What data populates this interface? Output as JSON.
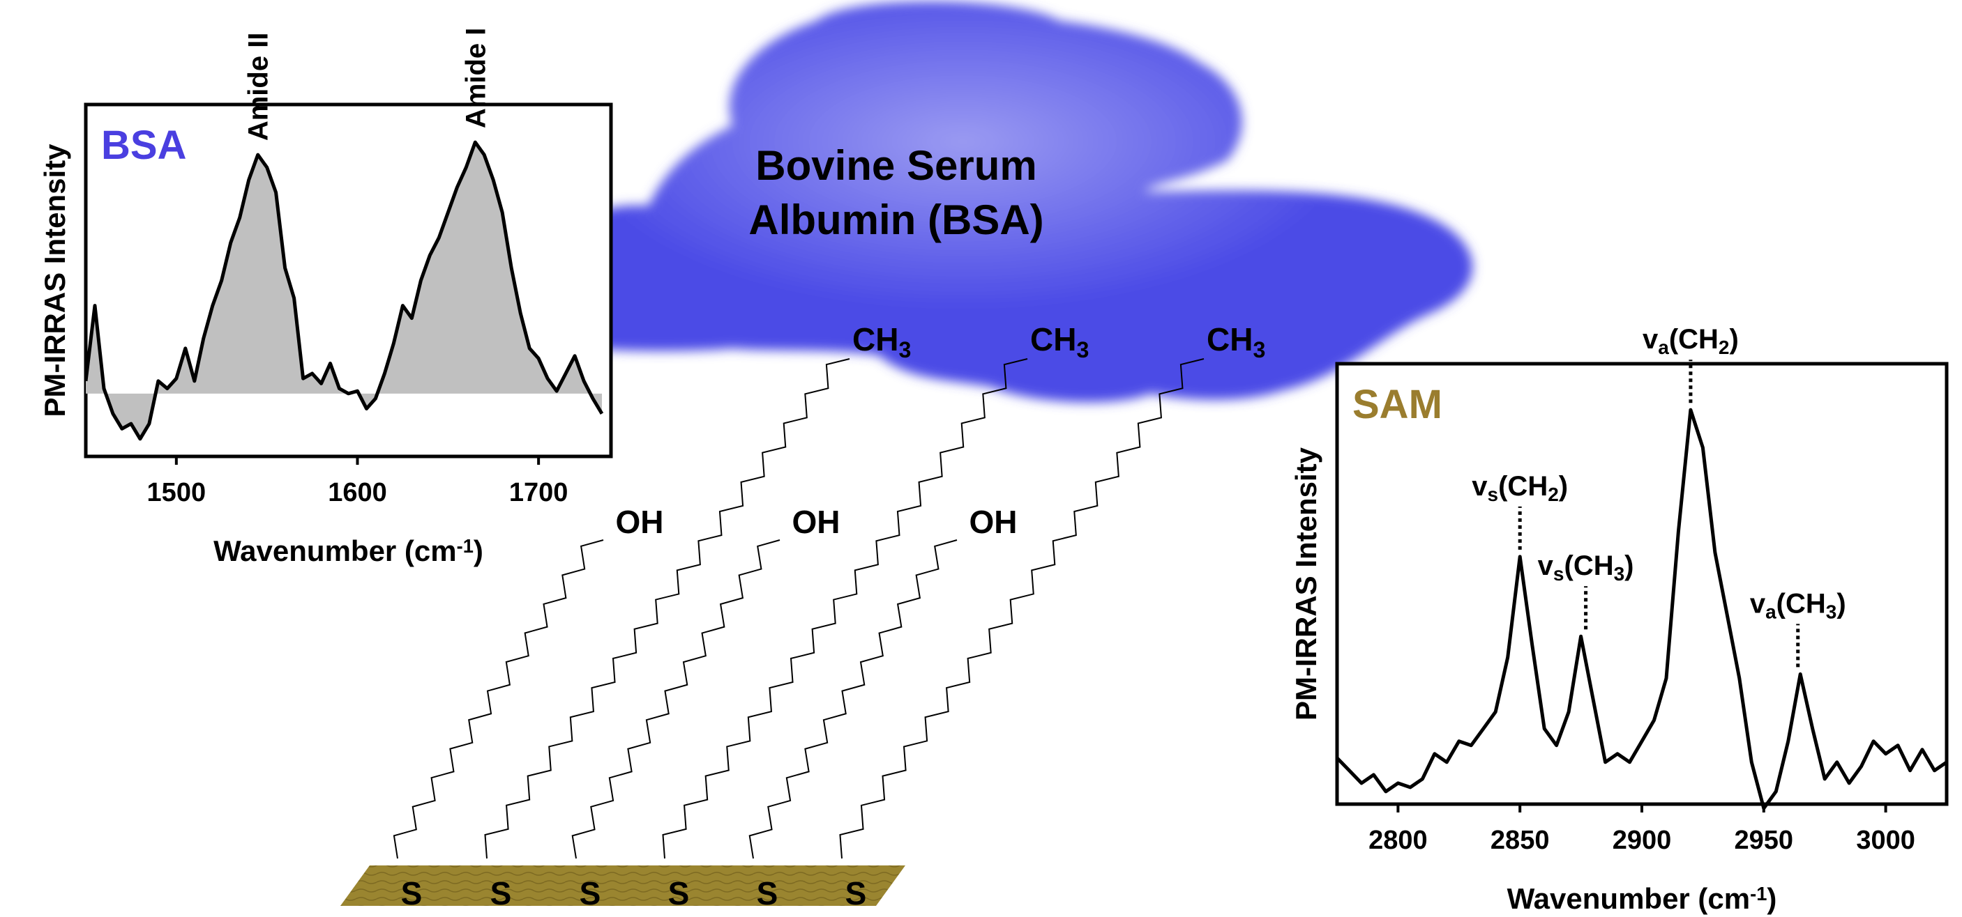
{
  "cloud": {
    "title_line1": "Bovine Serum",
    "title_line2": "Albumin (BSA)",
    "color": "#4b4be6",
    "highlight": "#9a9af2"
  },
  "chains": {
    "terminal_ch3": "CH",
    "ch3_subscript": "3",
    "terminal_oh": "OH",
    "anchor": "S",
    "ch3_count": 3,
    "oh_count": 3,
    "anchor_count": 6,
    "substrate_color": "#9a8530"
  },
  "chart_data": [
    {
      "type": "line",
      "panel_label": "BSA",
      "panel_label_color": "#4a3fe0",
      "xlabel": "Wavenumber (cm",
      "xlabel_sup": "-1",
      "xlabel_close": ")",
      "ylabel": "PM-IRRAS Intensity",
      "xlim": [
        1450,
        1740
      ],
      "xticks": [
        1500,
        1600,
        1700
      ],
      "x_reversed": false,
      "fill_under": true,
      "fill_color": "#c0c0c0",
      "annotations": [
        {
          "text": "Amide II",
          "x": 1545
        },
        {
          "text": "Amide I",
          "x": 1665
        }
      ],
      "x": [
        1450,
        1455,
        1460,
        1465,
        1470,
        1475,
        1480,
        1485,
        1490,
        1495,
        1500,
        1505,
        1510,
        1515,
        1520,
        1525,
        1530,
        1535,
        1540,
        1545,
        1550,
        1555,
        1560,
        1565,
        1570,
        1575,
        1580,
        1585,
        1590,
        1595,
        1600,
        1605,
        1610,
        1615,
        1620,
        1625,
        1630,
        1635,
        1640,
        1645,
        1650,
        1655,
        1660,
        1665,
        1670,
        1675,
        1680,
        1685,
        1690,
        1695,
        1700,
        1705,
        1710,
        1715,
        1720,
        1725,
        1730,
        1735
      ],
      "y": [
        0.05,
        0.35,
        0.02,
        -0.08,
        -0.14,
        -0.12,
        -0.18,
        -0.12,
        0.05,
        0.02,
        0.06,
        0.18,
        0.05,
        0.22,
        0.35,
        0.45,
        0.6,
        0.7,
        0.85,
        0.95,
        0.9,
        0.8,
        0.5,
        0.38,
        0.06,
        0.08,
        0.04,
        0.12,
        0.02,
        0.0,
        0.01,
        -0.06,
        -0.02,
        0.08,
        0.2,
        0.35,
        0.3,
        0.45,
        0.55,
        0.62,
        0.72,
        0.82,
        0.9,
        1.0,
        0.95,
        0.85,
        0.72,
        0.5,
        0.32,
        0.18,
        0.14,
        0.06,
        0.01,
        0.08,
        0.15,
        0.05,
        -0.02,
        -0.08
      ],
      "ylim": [
        -0.25,
        1.15
      ]
    },
    {
      "type": "line",
      "panel_label": "SAM",
      "panel_label_color": "#9a7d2e",
      "xlabel": "Wavenumber (cm",
      "xlabel_sup": "-1",
      "xlabel_close": ")",
      "ylabel": "PM-IRRAS Intensity",
      "xlim": [
        2775,
        3025
      ],
      "xticks": [
        2800,
        2850,
        2900,
        2950,
        3000
      ],
      "fill_under": false,
      "annotations": [
        {
          "label": "v",
          "sub": "s",
          "group": "(CH",
          "group_sub": "2",
          "close": ")",
          "x": 2850,
          "peak_y": 0.59
        },
        {
          "label": "v",
          "sub": "s",
          "group": "(CH",
          "group_sub": "3",
          "close": ")",
          "x": 2877,
          "peak_y": 0.4
        },
        {
          "label": "v",
          "sub": "a",
          "group": "(CH",
          "group_sub": "2",
          "close": ")",
          "x": 2920,
          "peak_y": 0.94
        },
        {
          "label": "v",
          "sub": "a",
          "group": "(CH",
          "group_sub": "3",
          "close": ")",
          "x": 2964,
          "peak_y": 0.31
        }
      ],
      "x": [
        2775,
        2780,
        2785,
        2790,
        2795,
        2800,
        2805,
        2810,
        2815,
        2820,
        2825,
        2830,
        2835,
        2840,
        2845,
        2850,
        2855,
        2860,
        2865,
        2870,
        2875,
        2880,
        2885,
        2890,
        2895,
        2900,
        2905,
        2910,
        2915,
        2920,
        2925,
        2930,
        2935,
        2940,
        2945,
        2950,
        2955,
        2960,
        2965,
        2970,
        2975,
        2980,
        2985,
        2990,
        2995,
        3000,
        3005,
        3010,
        3015,
        3020,
        3025
      ],
      "y": [
        0.11,
        0.08,
        0.05,
        0.07,
        0.03,
        0.05,
        0.04,
        0.06,
        0.12,
        0.1,
        0.15,
        0.14,
        0.18,
        0.22,
        0.35,
        0.59,
        0.38,
        0.18,
        0.14,
        0.22,
        0.4,
        0.25,
        0.1,
        0.12,
        0.1,
        0.15,
        0.2,
        0.3,
        0.65,
        0.94,
        0.85,
        0.6,
        0.45,
        0.3,
        0.1,
        -0.01,
        0.03,
        0.15,
        0.31,
        0.18,
        0.06,
        0.1,
        0.05,
        0.09,
        0.15,
        0.12,
        0.14,
        0.08,
        0.13,
        0.08,
        0.1
      ],
      "ylim": [
        0.0,
        1.05
      ]
    }
  ]
}
